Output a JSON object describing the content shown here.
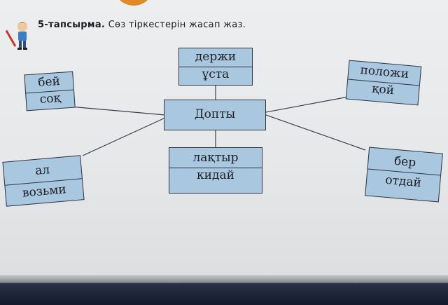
{
  "task": {
    "number": "5-тапсырма.",
    "text": "Сөз тіркестерін жасап жаз."
  },
  "center": {
    "word": "Допты"
  },
  "boxes": {
    "top": {
      "line1": "держи",
      "line2": "ұста"
    },
    "top_left": {
      "line1": "бей",
      "line2": "соқ"
    },
    "top_right": {
      "line1": "положи",
      "line2": "қой"
    },
    "bottom_left": {
      "line1": "ал",
      "line2": "возьми"
    },
    "bottom": {
      "line1": "лақтыр",
      "line2": "кидай"
    },
    "bottom_right": {
      "line1": "бер",
      "line2": "отдай"
    }
  },
  "colors": {
    "box_fill": "#a9c8e0",
    "box_border": "#2d3444",
    "page": "#e6e8ea"
  }
}
